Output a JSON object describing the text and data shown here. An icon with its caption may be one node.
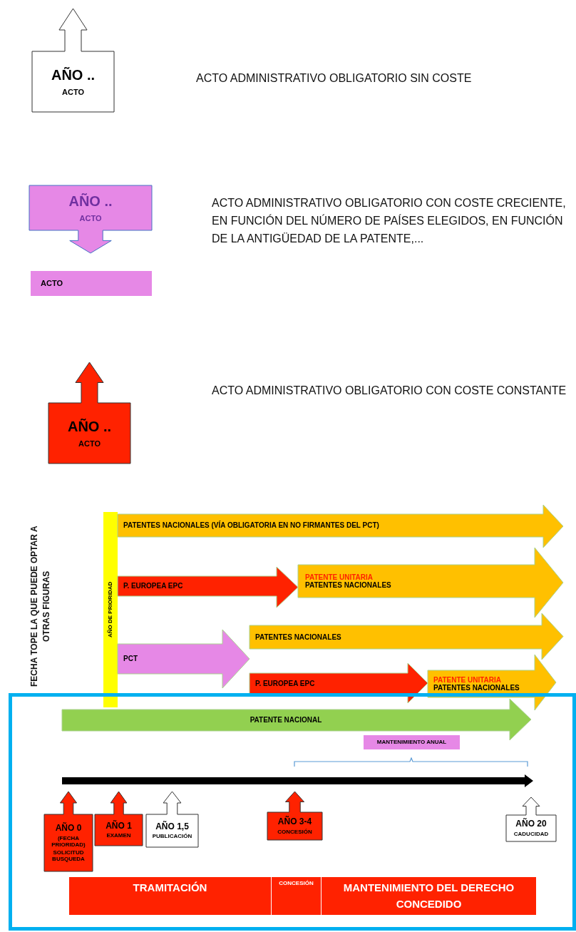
{
  "diagram": {
    "nodes": [
      {
        "text": [
          "AÑO ..",
          "ACTO"
        ]
      },
      {
        "text": [
          "AÑO ..",
          "ACTO"
        ]
      },
      {
        "text": [
          "ACTO"
        ]
      },
      {
        "text": [
          "AÑO ..",
          "ACTO"
        ]
      },
      {
        "text": [
          "AÑO DE PRIORIDAD"
        ]
      },
      {
        "text": [
          "PATENTES NACIONALES (VÍA OBLIGATORIA EN NO FIRMANTES DEL PCT)"
        ]
      },
      {
        "text": [
          "P. EUROPEA EPC"
        ]
      },
      {
        "text": [
          "PATENTE UNITARIA",
          "PATENTES NACIONALES"
        ]
      },
      {
        "text": [
          "PCT"
        ]
      },
      {
        "text": [
          "PATENTES NACIONALES"
        ]
      },
      {
        "text": [
          "P. EUROPEA EPC"
        ]
      },
      {
        "text": [
          "PATENTE UNITARIA",
          "PATENTES NACIONALES"
        ]
      },
      {
        "text": [
          "PATENTE NACIONAL"
        ]
      },
      {
        "text": [
          "MANTENIMIENTO ANUAL"
        ]
      },
      {
        "text": [
          "AÑO 0",
          "(FECHA PRIORIDAD)",
          "SOLICITUD BUSQUEDA"
        ]
      },
      {
        "text": [
          "AÑO 1",
          "EXAMEN"
        ]
      },
      {
        "text": [
          "AÑO 1,5",
          "PUBLICACIÓN"
        ]
      },
      {
        "text": [
          "AÑO 3-4",
          "CONCESIÓN"
        ]
      },
      {
        "text": [
          "AÑO 20",
          "CADUCIDAD"
        ]
      },
      {
        "text": [
          "TRAMITACIÓN"
        ]
      },
      {
        "text": [
          "CONCESIÓN"
        ]
      },
      {
        "text": [
          "MANTENIMIENTO DEL DERECHO CONCEDIDO"
        ]
      }
    ],
    "labels": [
      "ACTO ADMINISTRATIVO OBLIGATORIO SIN COSTE",
      "ACTO ADMINISTRATIVO OBLIGATORIO CON COSTE CRECIENTE, EN FUNCIÓN DEL NÚMERO DE PAÍSES ELEGIDOS, EN FUNCIÓN DE LA ANTIGÜEDAD DE LA PATENTE,...",
      "ACTO ADMINISTRATIVO OBLIGATORIO CON COSTE CONSTANTE",
      "FECHA TOPE LA QUE PUEDE OPTAR A OTRAS FIGURAS"
    ]
  }
}
